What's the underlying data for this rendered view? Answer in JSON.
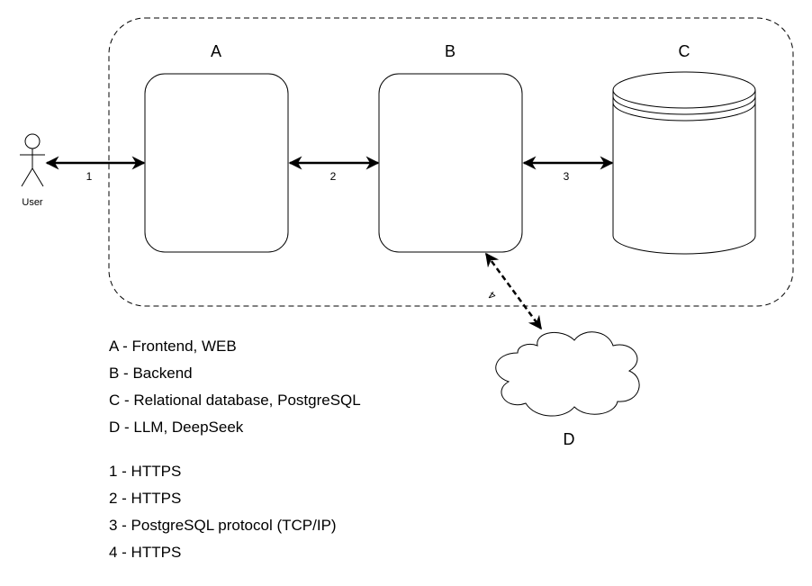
{
  "diagram": {
    "nodes": {
      "a": {
        "label": "A"
      },
      "b": {
        "label": "B"
      },
      "c": {
        "label": "C"
      },
      "d": {
        "label": "D"
      },
      "user": {
        "label": "User"
      }
    },
    "edges": {
      "e1": {
        "label": "1"
      },
      "e2": {
        "label": "2"
      },
      "e3": {
        "label": "3"
      },
      "e4": {
        "label": "4"
      }
    },
    "legend": {
      "components": [
        "A - Frontend, WEB",
        "B - Backend",
        "C - Relational database, PostgreSQL",
        "D - LLM, DeepSeek"
      ],
      "connections": [
        "1 - HTTPS",
        "2 - HTTPS",
        "3 - PostgreSQL protocol (TCP/IP)",
        "4 - HTTPS"
      ]
    }
  }
}
